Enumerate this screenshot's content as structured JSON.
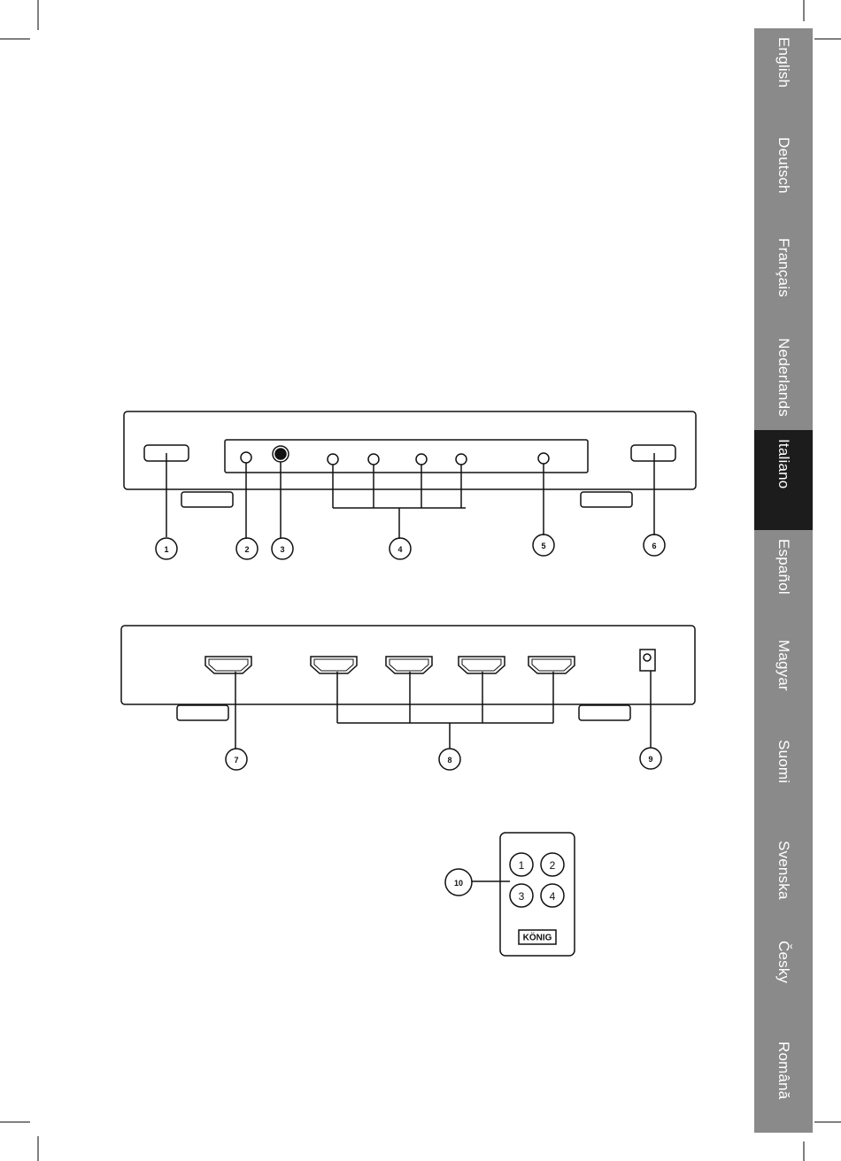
{
  "tabs": [
    {
      "label": "English",
      "active": false
    },
    {
      "label": "Deutsch",
      "active": false
    },
    {
      "label": "Français",
      "active": false
    },
    {
      "label": "Nederlands",
      "active": false
    },
    {
      "label": "Italiano",
      "active": true
    },
    {
      "label": "Español",
      "active": false
    },
    {
      "label": "Magyar",
      "active": false
    },
    {
      "label": "Suomi",
      "active": false
    },
    {
      "label": "Svenska",
      "active": false
    },
    {
      "label": "Česky",
      "active": false
    },
    {
      "label": "Română",
      "active": false
    }
  ],
  "callouts": [
    "1",
    "2",
    "3",
    "4",
    "5",
    "6",
    "7",
    "8",
    "9",
    "10"
  ],
  "remote": {
    "buttons": [
      "1",
      "2",
      "3",
      "4"
    ],
    "brand": "KÖNIG"
  },
  "colors": {
    "tab_bg": "#8a8a8a",
    "tab_active_bg": "#1c1c1c",
    "line": "#111111"
  }
}
